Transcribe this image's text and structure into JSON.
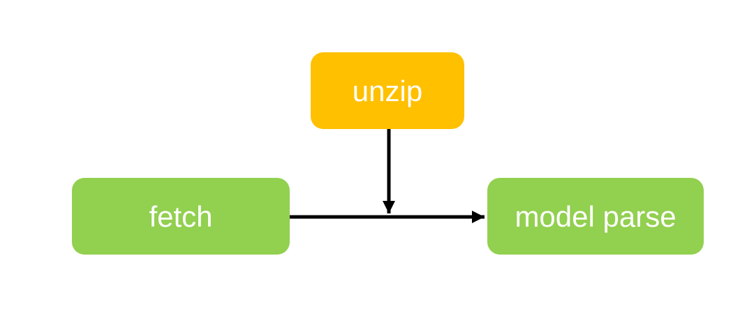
{
  "diagram": {
    "type": "flowchart",
    "background_color": "#ffffff",
    "arrow_color": "#000000",
    "node_text_color": "#ffffff",
    "nodes": [
      {
        "id": "unzip",
        "label": "unzip",
        "shape": "rounded-rect",
        "fill": "#ffc000"
      },
      {
        "id": "fetch",
        "label": "fetch",
        "shape": "rounded-rect",
        "fill": "#92d050"
      },
      {
        "id": "model_parse",
        "label": "model parse",
        "shape": "rounded-rect",
        "fill": "#92d050"
      }
    ],
    "edges": [
      {
        "from": "unzip",
        "to": "junction-on-fetch-line",
        "direction": "down",
        "style": "solid",
        "arrowhead": "filled-triangle"
      },
      {
        "from": "fetch",
        "to": "model_parse",
        "direction": "right",
        "style": "solid",
        "arrowhead": "filled-triangle"
      }
    ]
  }
}
